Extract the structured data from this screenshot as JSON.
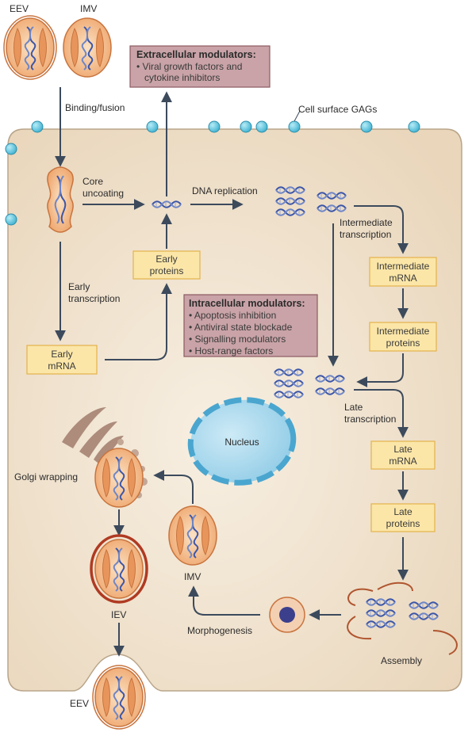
{
  "virions_top": {
    "eev": "EEV",
    "imv": "IMV"
  },
  "labels": {
    "binding_fusion": "Binding/fusion",
    "cell_surface_gags": "Cell surface GAGs",
    "core_uncoating_1": "Core",
    "core_uncoating_2": "uncoating",
    "dna_replication": "DNA replication",
    "early_transcription_1": "Early",
    "early_transcription_2": "transcription",
    "intermediate_transcription_1": "Intermediate",
    "intermediate_transcription_2": "transcription",
    "late_transcription_1": "Late",
    "late_transcription_2": "transcription",
    "nucleus": "Nucleus",
    "golgi_wrapping": "Golgi wrapping",
    "imv": "IMV",
    "iev": "IEV",
    "eev_bottom": "EEV",
    "morphogenesis": "Morphogenesis",
    "assembly": "Assembly"
  },
  "boxes": {
    "early_proteins": [
      "Early",
      "proteins"
    ],
    "early_mrna": [
      "Early",
      "mRNA"
    ],
    "intermediate_mrna": [
      "Intermediate",
      "mRNA"
    ],
    "intermediate_proteins": [
      "Intermediate",
      "proteins"
    ],
    "late_mrna": [
      "Late",
      "mRNA"
    ],
    "late_proteins": [
      "Late",
      "proteins"
    ]
  },
  "extracellular": {
    "title": "Extracellular modulators:",
    "items": [
      "• Viral growth factors and",
      "cytokine inhibitors"
    ]
  },
  "intracellular": {
    "title": "Intracellular modulators:",
    "items": [
      "• Apoptosis inhibition",
      "• Antiviral state blockade",
      "• Signalling modulators",
      "• Host-range factors"
    ]
  },
  "colors": {
    "cell_fill": "#efe1cc",
    "cell_stroke": "#b9a58a",
    "gag_blue": "#5cc3dc",
    "virion_orange": "#f2b27c",
    "virion_stroke": "#c8743e",
    "dna_blue": "#3c56a8",
    "nucleus_fill": "#9fd3ea",
    "nucleus_stroke": "#4aa6cf",
    "golgi": "#ad8c7c",
    "assembly_membrane": "#b0552f",
    "arrow": "#3c4a5c",
    "box_fill": "#fbe6a8",
    "box_stroke": "#e4b24a",
    "modulator_fill": "#c9a3a7"
  }
}
